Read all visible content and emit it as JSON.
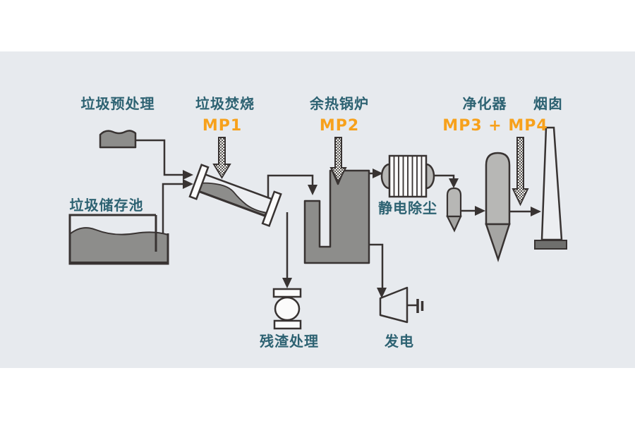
{
  "diagram": {
    "description": "waste incineration process flow",
    "labels": {
      "pretreatment": "垃圾预处理",
      "incineration": "垃圾焚烧",
      "boiler": "余热锅炉",
      "purifier": "净化器",
      "chimney": "烟囱",
      "storage_pool": "垃圾储存池",
      "esp": "静电除尘",
      "residue": "残渣处理",
      "power": "发电"
    },
    "measurement_points": {
      "mp1": "MP1",
      "mp2": "MP2",
      "mp34": "MP3 + MP4"
    },
    "colors": {
      "page_background": "#ffffff",
      "canvas_background": "#e7eaee",
      "label_teal": "#2d6272",
      "accent_orange": "#f7a11c",
      "outline_dark": "#383332",
      "fill_gray": "#8d8d8b",
      "fill_light_gray": "#b7b7b5",
      "fill_cone_gray": "#a5a5a3",
      "chimney_base_gray": "#6f6f6d",
      "equipment_white": "#fbfbfb"
    }
  }
}
